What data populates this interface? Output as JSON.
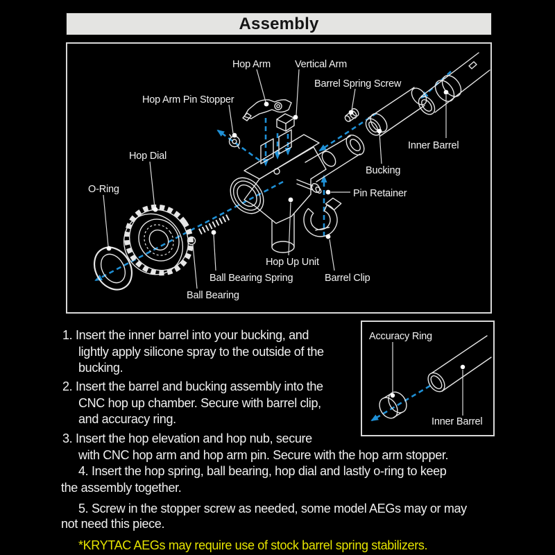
{
  "colors": {
    "accent": "#1f90d6",
    "footnote": "#e6e400"
  },
  "header": {
    "title": "Assembly"
  },
  "diagram": {
    "labels": [
      {
        "id": "hop-arm",
        "text": "Hop Arm"
      },
      {
        "id": "vertical-arm",
        "text": "Vertical Arm"
      },
      {
        "id": "barrel-spring-screw",
        "text": "Barrel Spring Screw"
      },
      {
        "id": "hop-arm-pin-stopper",
        "text": "Hop Arm Pin Stopper"
      },
      {
        "id": "inner-barrel",
        "text": "Inner Barrel"
      },
      {
        "id": "hop-dial",
        "text": "Hop Dial"
      },
      {
        "id": "bucking",
        "text": "Bucking"
      },
      {
        "id": "o-ring",
        "text": "O-Ring"
      },
      {
        "id": "pin-retainer",
        "text": "Pin Retainer"
      },
      {
        "id": "hop-up-unit",
        "text": "Hop Up Unit"
      },
      {
        "id": "ball-bearing-spring",
        "text": "Ball Bearing Spring"
      },
      {
        "id": "barrel-clip",
        "text": "Barrel Clip"
      },
      {
        "id": "ball-bearing",
        "text": "Ball Bearing"
      }
    ]
  },
  "inset": {
    "labels": {
      "accuracy_ring": "Accuracy Ring",
      "inner_barrel": "Inner Barrel"
    }
  },
  "instructions": {
    "lines": [
      "1. Insert the inner barrel into your bucking, and",
      "lightly apply silicone spray to the outside of the",
      "bucking.",
      "2. Insert the barrel and bucking assembly into the",
      "CNC hop up chamber. Secure with barrel clip,",
      "and accuracy ring.",
      "3. Insert the hop elevation and hop nub, secure",
      "with CNC hop arm and hop arm pin. Secure with the hop arm stopper.",
      "4. Insert the hop spring, ball bearing, hop dial and lastly o-ring to keep",
      "the assembly together.",
      "5. Screw in the stopper screw as needed, some model AEGs may or may",
      "not need this piece."
    ]
  },
  "footnote": {
    "text": "*KRYTAC AEGs may require use of stock barrel spring stabilizers."
  }
}
